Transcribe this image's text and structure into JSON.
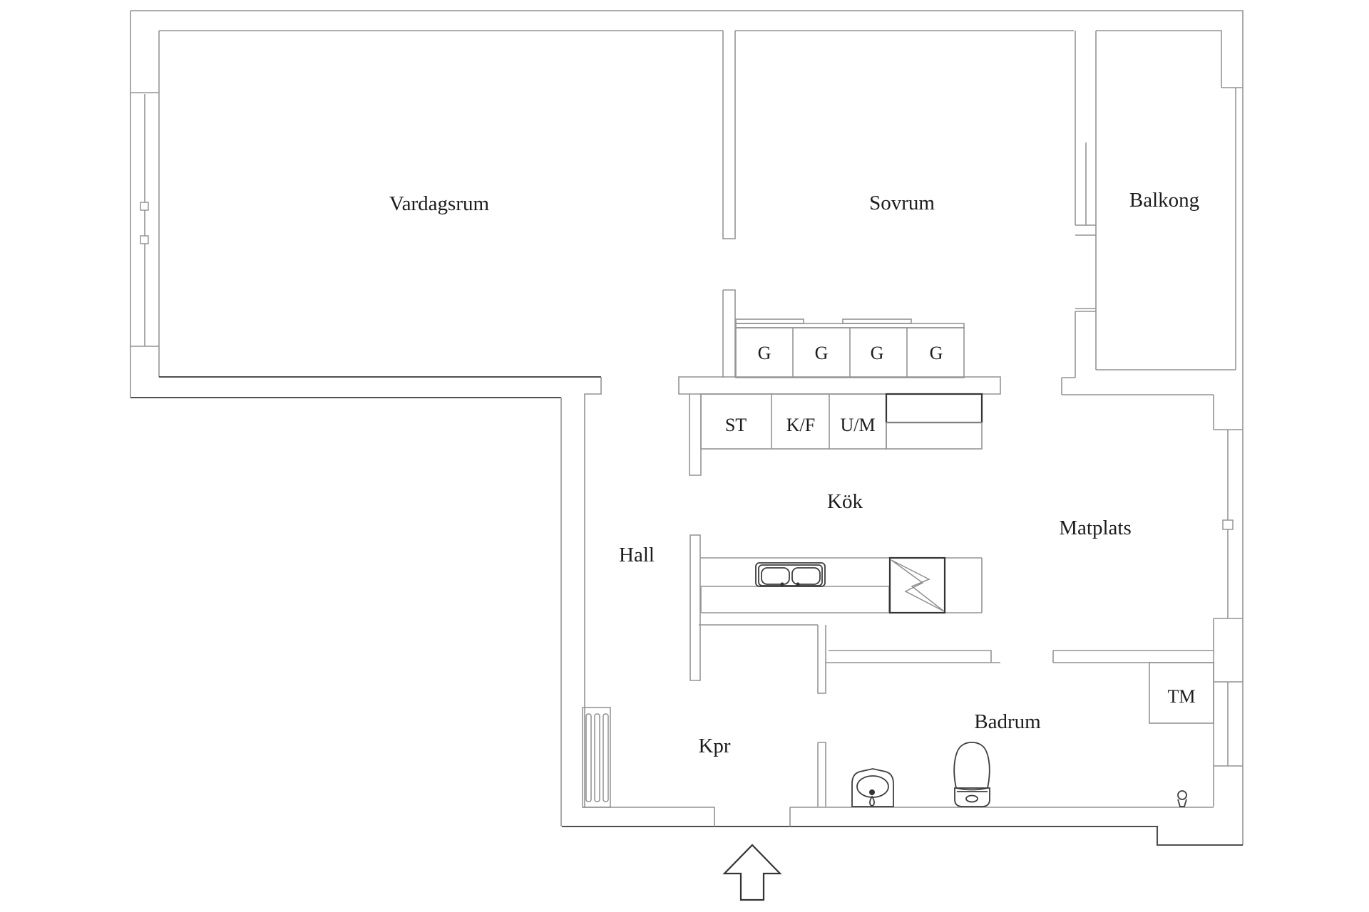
{
  "plan": {
    "type": "apartment-floor-plan",
    "language": "Swedish",
    "rooms": {
      "vardagsrum": "Vardagsrum",
      "sovrum": "Sovrum",
      "balkong": "Balkong",
      "kok": "Kök",
      "hall": "Hall",
      "matplats": "Matplats",
      "kpr": "Kpr",
      "badrum": "Badrum"
    },
    "fixtures": {
      "wardrobe": "G",
      "cleaning_cabinet": "ST",
      "fridge_freezer": "K/F",
      "oven_microwave": "U/M",
      "washing_machine": "TM"
    },
    "icons": [
      "entrance-arrow",
      "stove-lightning",
      "double-sink",
      "bathroom-sink",
      "toilet",
      "radiator",
      "window-handle",
      "paper-holder"
    ],
    "colors": {
      "background": "#ffffff",
      "wall_light": "#949494",
      "wall_dark": "#4f4f4f",
      "fixture": "#3d3d3d",
      "text": "#1c1c1c"
    }
  }
}
